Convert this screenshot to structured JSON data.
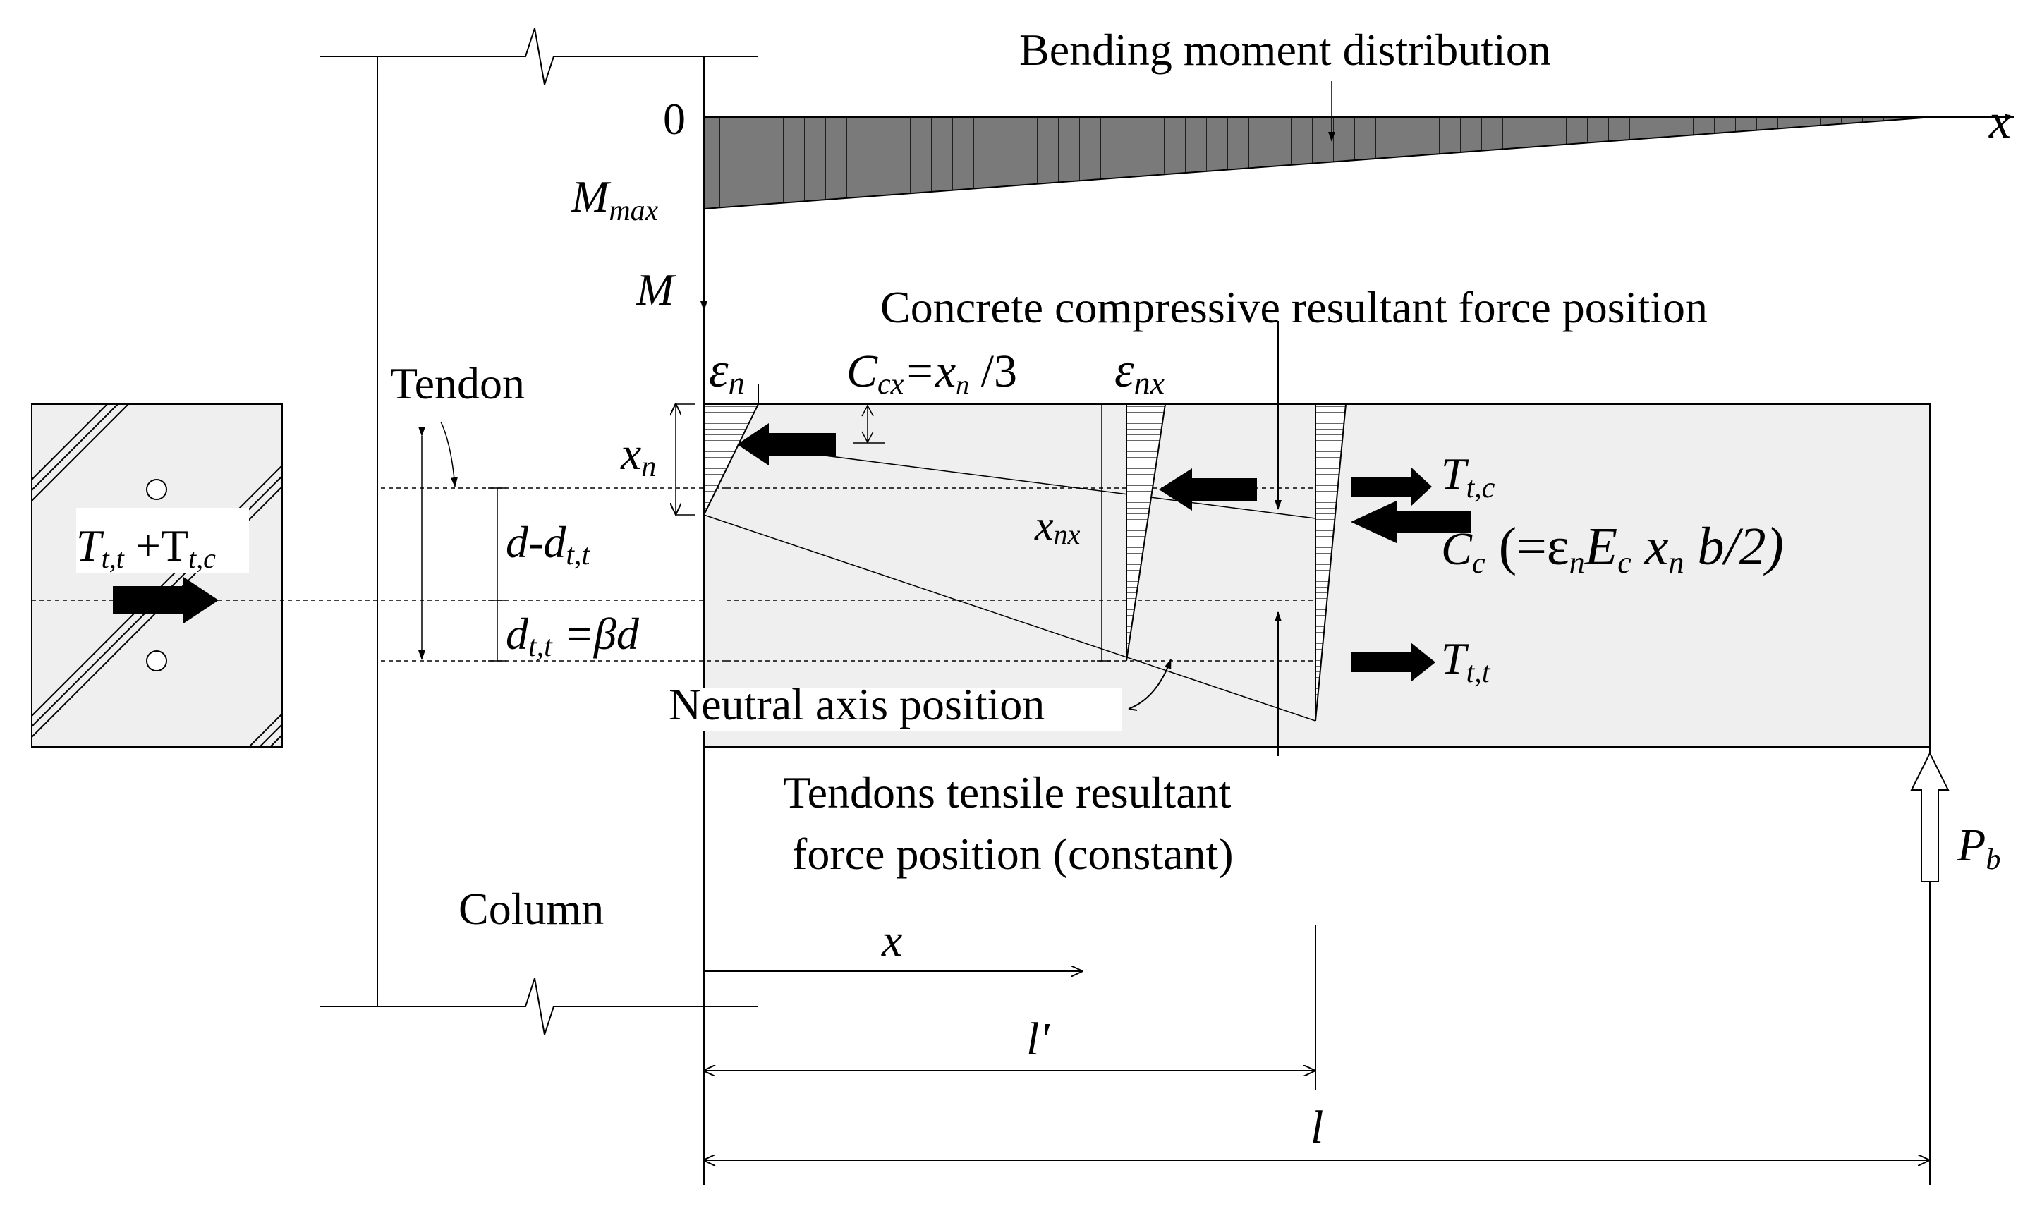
{
  "labels": {
    "moment_title": "Bending moment distribution",
    "zero": "0",
    "mmax_main": "M",
    "mmax_sub": "max",
    "m_axis": "M",
    "x_axis": "x",
    "tendon": "Tendon",
    "column": "Column",
    "ccr_title": "Concrete compressive resultant force position",
    "neutral_axis": "Neutral axis position",
    "tendons_tensile_line1": "Tendons tensile resultant",
    "tendons_tensile_line2": "force position (constant)",
    "eps_n_main": "ε",
    "eps_n_sub": "n",
    "eps_nx_main": "ε",
    "eps_nx_sub": "nx",
    "ccx_main": "C",
    "ccx_sub": "cx",
    "ccx_rest": "=x",
    "ccx_rest_sub": "n",
    "ccx_tail": " /3",
    "xn_main": "x",
    "xn_sub": "n",
    "xnx_main": "x",
    "xnx_sub": "nx",
    "d_minus_main": "d-d",
    "d_minus_sub": "t,t",
    "dtt_main": "d",
    "dtt_sub": "t,t",
    "dtt_rest": " =βd",
    "ttc_main": "T",
    "ttc_sub": "t,c",
    "cc_main": "C",
    "cc_sub": "c",
    "cc_expr_1": " (=ε",
    "cc_expr_1_sub": "n",
    "cc_expr_2": "E",
    "cc_expr_2_sub": "c",
    "cc_expr_3": " x",
    "cc_expr_3_sub": "n",
    "cc_expr_4": " b/2)",
    "ttt_main": "T",
    "ttt_sub": "t,t",
    "section_main_1": "T",
    "section_sub_1": "t,t",
    "section_plus": " +T",
    "section_sub_2": "t,c",
    "pb_main": "P",
    "pb_sub": "b",
    "x_dim": "x",
    "l_prime": "l'",
    "l": "l"
  },
  "colors": {
    "moment_fill": "#7a7a7a",
    "beam_fill": "#efefef",
    "stroke": "#000000"
  }
}
